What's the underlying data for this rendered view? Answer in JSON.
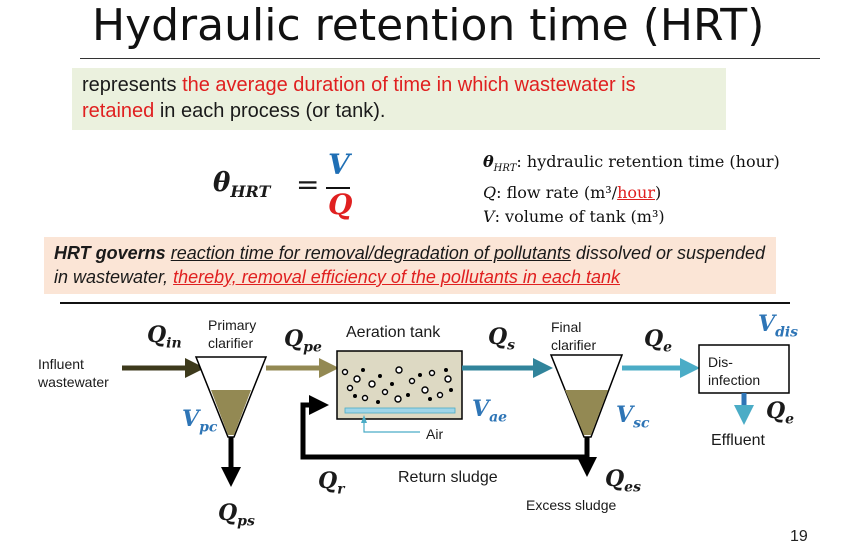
{
  "title": "Hydraulic retention time (HRT)",
  "definition": {
    "prefix": "represents ",
    "highlight_1": "the average duration of time in which wastewater is",
    "highlight_2": "retained",
    "suffix": " in each process (or tank)."
  },
  "formula": {
    "lhs_symbol": "θ",
    "lhs_subscript": "HRT",
    "equals": "=",
    "numerator": "V",
    "denominator": "Q"
  },
  "legend": {
    "hrt_symbol": "θ",
    "hrt_sub": "HRT",
    "hrt_desc": ": hydraulic retention time (hour)",
    "q_symbol": "Q",
    "q_desc": ": flow rate (m³/",
    "q_unit_time": "hour",
    "q_close": ")",
    "v_symbol": "V",
    "v_desc": ": volume of tank (m³)"
  },
  "governs": {
    "bold": "HRT governs ",
    "underlined": "reaction time for removal/degradation of pollutants",
    "plain": " dissolved or suspended in wastewater, ",
    "red_underlined": "thereby, removal efficiency of the pollutants in each tank"
  },
  "diagram": {
    "influent_line1": "Influent",
    "influent_line2": "wastewater",
    "primary_line1": "Primary",
    "primary_line2": "clarifier",
    "aeration_tank": "Aeration tank",
    "final_line1": "Final",
    "final_line2": "clarifier",
    "disinfection_line1": "Dis-",
    "disinfection_line2": "infection",
    "effluent": "Effluent",
    "air": "Air",
    "return_sludge": "Return sludge",
    "excess_sludge": "Excess sludge",
    "Q": "Q",
    "V": "V",
    "sub_in": "in",
    "sub_pe": "pe",
    "sub_s": "s",
    "sub_e": "e",
    "sub_dis": "dis",
    "sub_pc": "pc",
    "sub_ae": "ae",
    "sub_sc": "sc",
    "sub_r": "r",
    "sub_es": "es",
    "sub_ps": "ps"
  },
  "colors": {
    "influent_arrow": "#3d3a1c",
    "settled_sludge": "#938953",
    "primary_effluent_arrow": "#938953",
    "secondary_arrow": "#31849b",
    "effluent_arrow": "#4bacc6",
    "tank_fill": "#ddd9c3",
    "highlight_red": "#e02020",
    "symbol_blue": "#2e75b6"
  },
  "page_number": "19"
}
